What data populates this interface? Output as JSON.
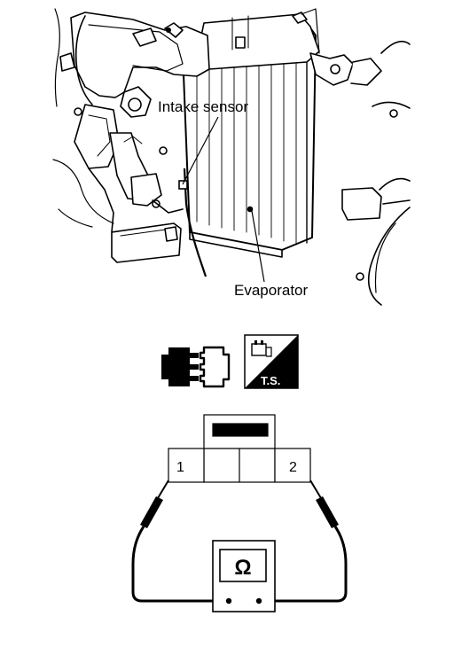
{
  "top_diagram": {
    "callouts": {
      "intake_sensor": "Intake sensor",
      "evaporator": "Evaporator"
    }
  },
  "symbols": {
    "connector_icon": "connector-icon",
    "test_symbol_text": "T.S."
  },
  "circuit": {
    "terminal_left": "1",
    "terminal_right": "2",
    "meter_symbol": "Ω"
  },
  "colors": {
    "ink": "#000000",
    "paper": "#ffffff"
  }
}
